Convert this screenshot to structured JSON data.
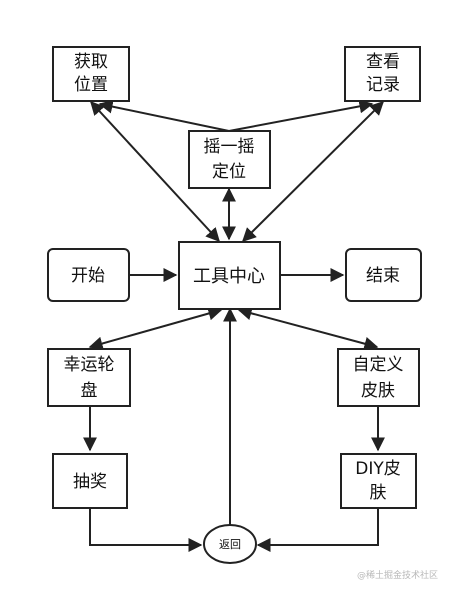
{
  "nodes": {
    "get_location": {
      "lines": [
        "获取",
        "位置"
      ]
    },
    "view_records": {
      "lines": [
        "查看",
        "记录"
      ]
    },
    "shake_locate": {
      "lines": [
        "摇一摇",
        "定位"
      ]
    },
    "start": {
      "lines": [
        "开始"
      ]
    },
    "tool_center": {
      "lines": [
        "工具中心"
      ]
    },
    "end": {
      "lines": [
        "结束"
      ]
    },
    "lucky_wheel": {
      "lines": [
        "幸运轮",
        "盘"
      ]
    },
    "custom_skin": {
      "lines": [
        "自定义",
        "皮肤"
      ]
    },
    "lottery": {
      "lines": [
        "抽奖"
      ]
    },
    "diy_skin": {
      "lines": [
        "DIY皮",
        "肤"
      ]
    },
    "back": {
      "lines": [
        "返回"
      ]
    }
  },
  "watermark": "@稀土掘金技术社区"
}
